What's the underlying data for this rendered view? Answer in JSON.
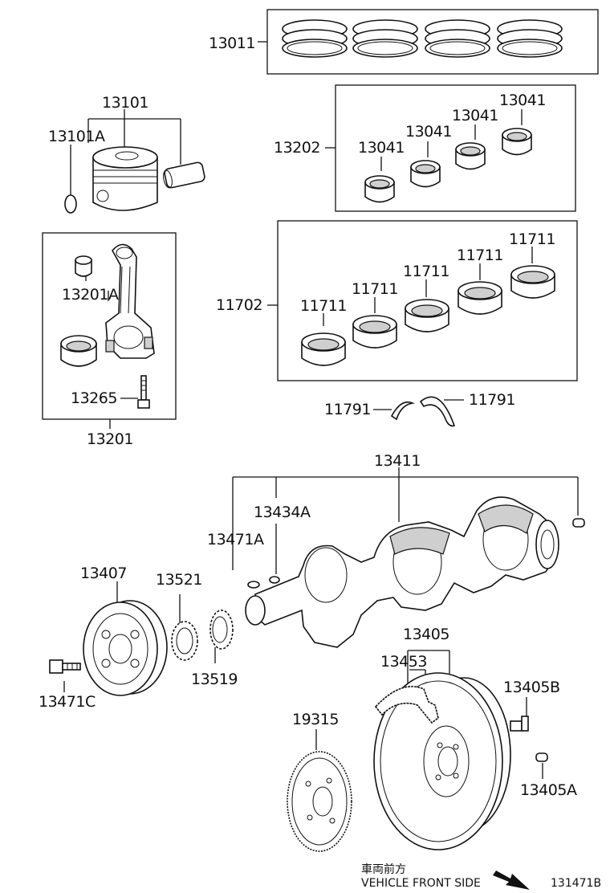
{
  "labels": {
    "p13011": "13011",
    "p13101": "13101",
    "p13101A": "13101A",
    "p13202": "13202",
    "p13041_a": "13041",
    "p13041_b": "13041",
    "p13041_c": "13041",
    "p13041_d": "13041",
    "p13201A": "13201A",
    "p13265": "13265",
    "p13201": "13201",
    "p11702": "11702",
    "p11711_a": "11711",
    "p11711_b": "11711",
    "p11711_c": "11711",
    "p11711_d": "11711",
    "p11711_e": "11711",
    "p11791_a": "11791",
    "p11791_b": "11791",
    "p13411": "13411",
    "p13434A": "13434A",
    "p13471A": "13471A",
    "p13407": "13407",
    "p13521": "13521",
    "p13519": "13519",
    "p13471C": "13471C",
    "p13405": "13405",
    "p13453": "13453",
    "p13405B": "13405B",
    "p19315": "19315",
    "p13405A": "13405A"
  },
  "direction": {
    "japanese": "車両前方",
    "english": "VEHICLE FRONT SIDE"
  },
  "figure_id": "131471B"
}
